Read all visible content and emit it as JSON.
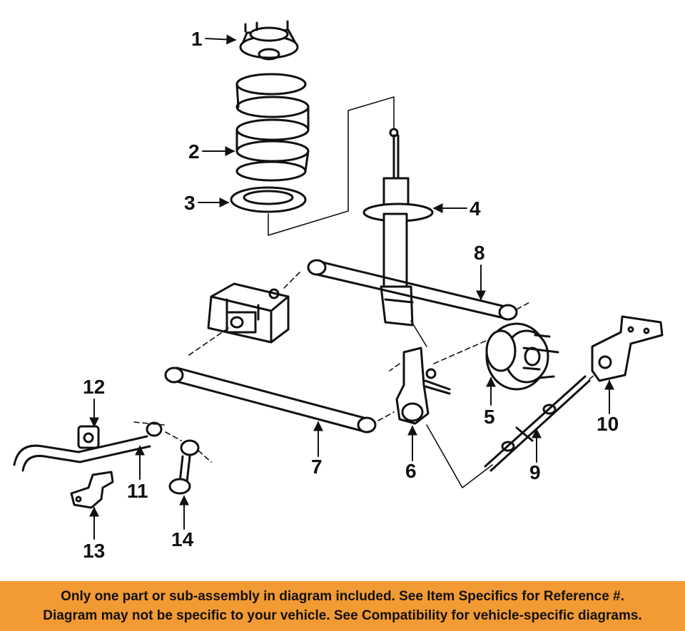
{
  "colors": {
    "ink": "#111111",
    "banner_background": "#f29a33",
    "banner_text": "#111111",
    "background": "#ffffff"
  },
  "callouts": {
    "c1": "1",
    "c2": "2",
    "c3": "3",
    "c4": "4",
    "c5": "5",
    "c6": "6",
    "c7": "7",
    "c8": "8",
    "c9": "9",
    "c10": "10",
    "c11": "11",
    "c12": "12",
    "c13": "13",
    "c14": "14"
  },
  "banner": {
    "line1": "Only one part or sub-assembly in diagram included. See Item Specifics for Reference #.",
    "line2": "Diagram may not be specific to your vehicle. See Compatibility for vehicle-specific diagrams."
  }
}
